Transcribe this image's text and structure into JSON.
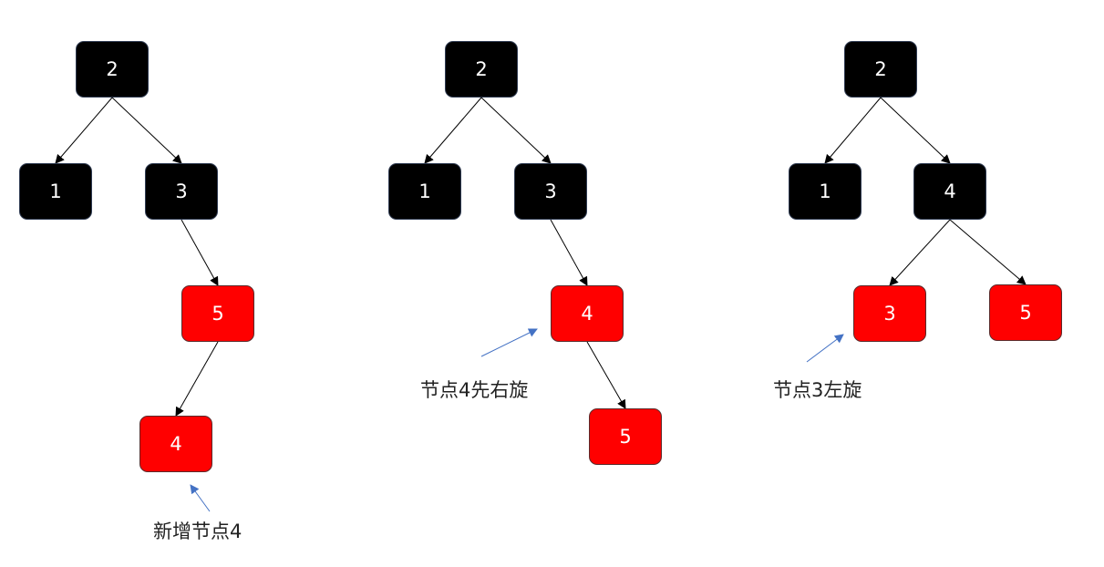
{
  "colors": {
    "black_node": "#000000",
    "red_node": "#ff0000",
    "edge": "#000000",
    "annotation_arrow": "#4472c4",
    "node_text": "#ffffff"
  },
  "diagrams": [
    {
      "nodes": [
        {
          "id": "d1-n2",
          "label": "2",
          "color": "black"
        },
        {
          "id": "d1-n1",
          "label": "1",
          "color": "black"
        },
        {
          "id": "d1-n3",
          "label": "3",
          "color": "black"
        },
        {
          "id": "d1-n5",
          "label": "5",
          "color": "red"
        },
        {
          "id": "d1-n4",
          "label": "4",
          "color": "red"
        }
      ],
      "edges": [
        [
          "d1-n2",
          "d1-n1"
        ],
        [
          "d1-n2",
          "d1-n3"
        ],
        [
          "d1-n3",
          "d1-n5"
        ],
        [
          "d1-n5",
          "d1-n4"
        ]
      ],
      "caption": "新增节点4"
    },
    {
      "nodes": [
        {
          "id": "d2-n2",
          "label": "2",
          "color": "black"
        },
        {
          "id": "d2-n1",
          "label": "1",
          "color": "black"
        },
        {
          "id": "d2-n3",
          "label": "3",
          "color": "black"
        },
        {
          "id": "d2-n4",
          "label": "4",
          "color": "red"
        },
        {
          "id": "d2-n5",
          "label": "5",
          "color": "red"
        }
      ],
      "edges": [
        [
          "d2-n2",
          "d2-n1"
        ],
        [
          "d2-n2",
          "d2-n3"
        ],
        [
          "d2-n3",
          "d2-n4"
        ],
        [
          "d2-n4",
          "d2-n5"
        ]
      ],
      "caption": "节点4先右旋"
    },
    {
      "nodes": [
        {
          "id": "d3-n2",
          "label": "2",
          "color": "black"
        },
        {
          "id": "d3-n1",
          "label": "1",
          "color": "black"
        },
        {
          "id": "d3-n4",
          "label": "4",
          "color": "black"
        },
        {
          "id": "d3-n3",
          "label": "3",
          "color": "red"
        },
        {
          "id": "d3-n5",
          "label": "5",
          "color": "red"
        }
      ],
      "edges": [
        [
          "d3-n2",
          "d3-n1"
        ],
        [
          "d3-n2",
          "d3-n4"
        ],
        [
          "d3-n4",
          "d3-n3"
        ],
        [
          "d3-n4",
          "d3-n5"
        ]
      ],
      "caption": "节点3左旋"
    }
  ]
}
